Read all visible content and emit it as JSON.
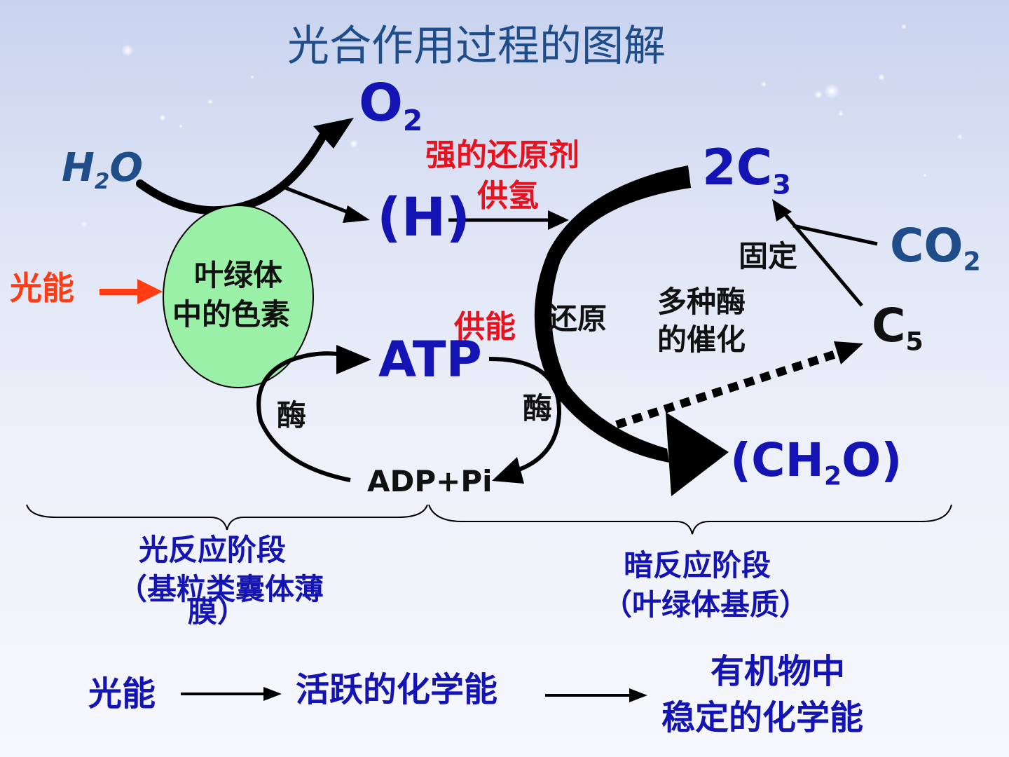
{
  "title": "光合作用过程的图解",
  "molecules": {
    "o2": {
      "main": "O",
      "sub": "2"
    },
    "h2o": {
      "main_a": "H",
      "sub": "2",
      "main_b": "O"
    },
    "h": "(H)",
    "c3": {
      "main": "2C",
      "sub": "3"
    },
    "co2": {
      "main": "CO",
      "sub": "2"
    },
    "c5": {
      "main": "C",
      "sub": "5"
    },
    "atp": "ATP",
    "adp_pi": "ADP+Pi",
    "ch2o": {
      "open": "(CH",
      "sub": "2",
      "close": "O)"
    }
  },
  "labels": {
    "light_energy": "光能",
    "pigment_line1": "叶绿体",
    "pigment_line2": "中的色素",
    "strong_reductant": "强的还原剂",
    "supply_hydrogen": "供氢",
    "supply_energy": "供能",
    "reduction": "还原",
    "fixation": "固定",
    "enzymes_line1": "多种酶",
    "enzymes_line2": "的催化",
    "enzyme_left": "酶",
    "enzyme_right": "酶"
  },
  "stages": {
    "light_reaction": "光反应阶段",
    "light_location_line1": "（基粒类囊体薄",
    "light_location_line2": "膜）",
    "dark_reaction": "暗反应阶段",
    "dark_location": "（叶绿体基质）"
  },
  "energy_flow": {
    "step1": "光能",
    "step2": "活跃的化学能",
    "step3_line1": "有机物中",
    "step3_line2": "稳定的化学能"
  },
  "colors": {
    "title": "#1f4d8a",
    "molecule_blue": "#1414b4",
    "highlight_red": "#e8121e",
    "light_orange": "#ff3c14",
    "pigment_fill": "#99f0a6"
  }
}
